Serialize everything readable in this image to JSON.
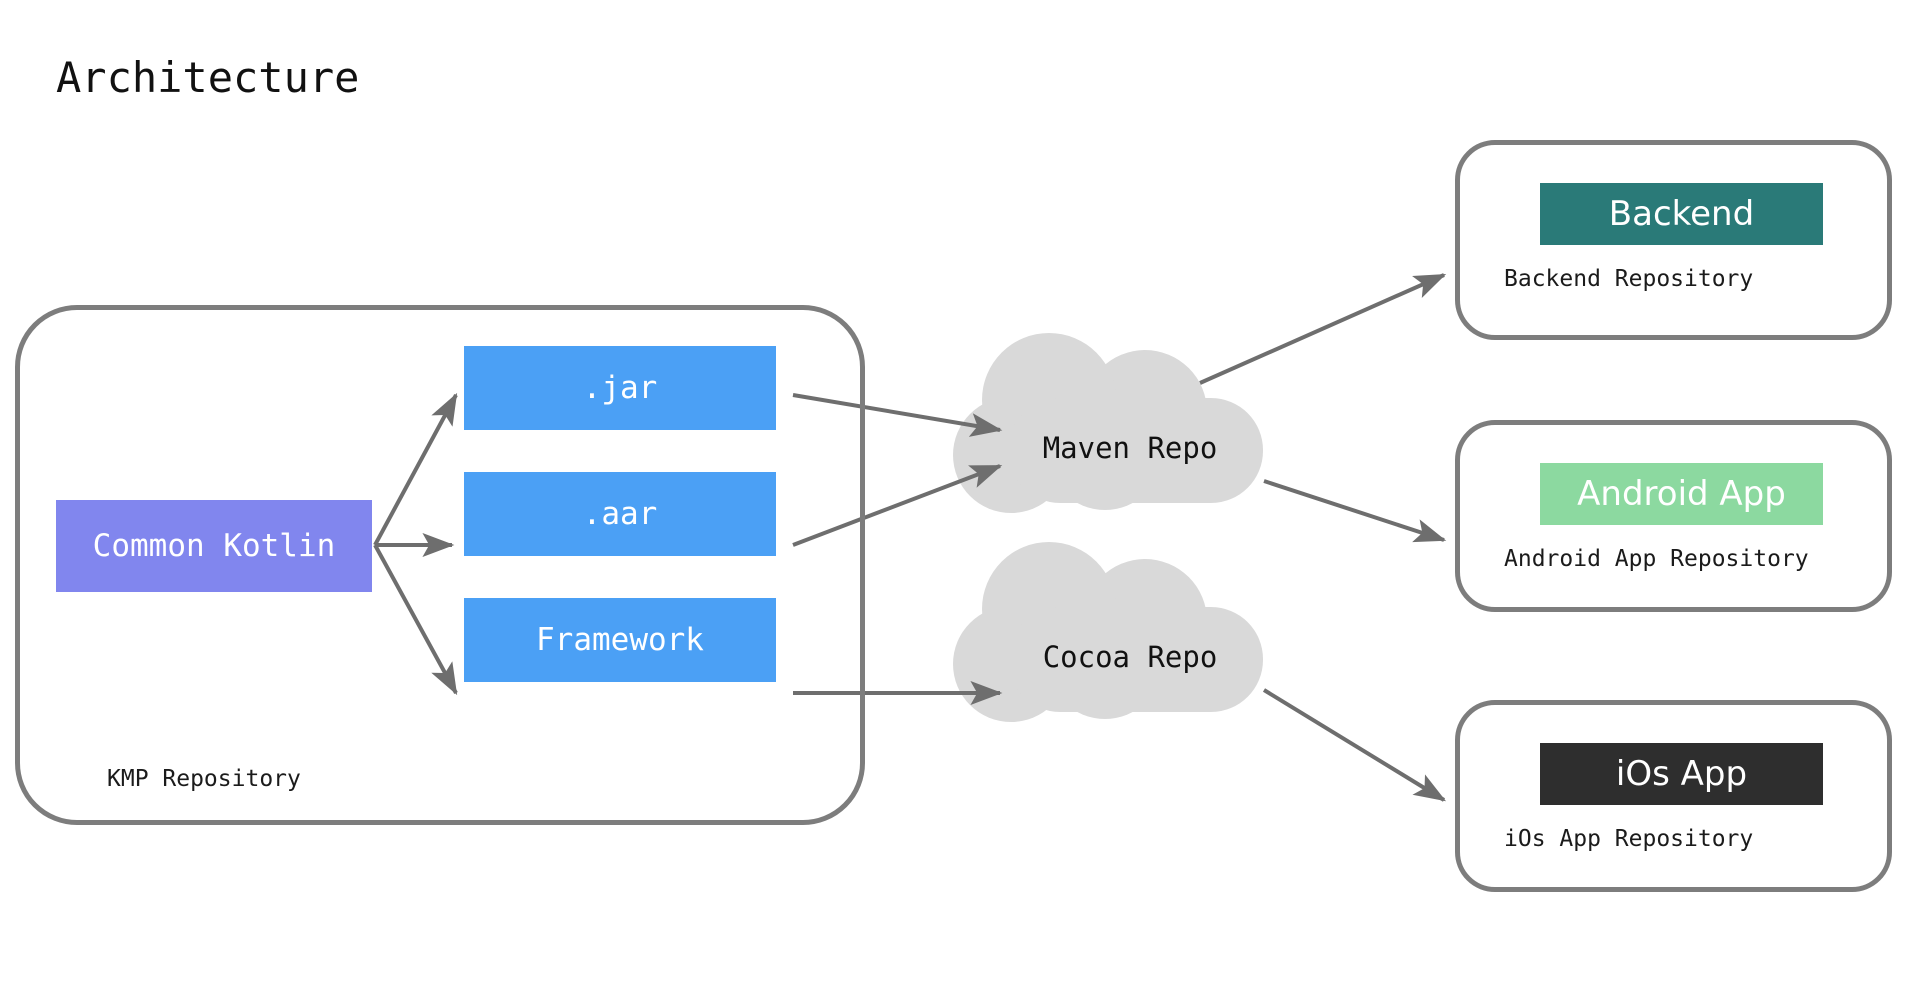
{
  "page": {
    "title": "Architecture",
    "background": "#ffffff"
  },
  "colors": {
    "stroke": "#7d7d7d",
    "arrow": "#6e6e6e",
    "cloud_fill": "#d9d9d9",
    "source_block": "#8186ee",
    "artifact_block": "#4ba0f5",
    "backend_chip": "#2a7a78",
    "android_chip": "#8cd9a0",
    "ios_chip": "#2e2e2e",
    "text_dark": "#111111",
    "text_light": "#ffffff"
  },
  "kmp_group": {
    "caption": "KMP Repository",
    "source": {
      "label": "Common Kotlin"
    },
    "artifacts": [
      {
        "label": ".jar"
      },
      {
        "label": ".aar"
      },
      {
        "label": "Framework"
      }
    ]
  },
  "clouds": [
    {
      "label": "Maven Repo"
    },
    {
      "label": "Cocoa Repo"
    }
  ],
  "repositories": [
    {
      "chip_label": "Backend",
      "chip_color": "#2a7a78",
      "caption": "Backend Repository"
    },
    {
      "chip_label": "Android App",
      "chip_color": "#8cd9a0",
      "caption": "Android App Repository"
    },
    {
      "chip_label": "iOs App",
      "chip_color": "#2e2e2e",
      "caption": "iOs App Repository"
    }
  ],
  "connections": [
    {
      "from": "Common Kotlin",
      "to": ".jar"
    },
    {
      "from": "Common Kotlin",
      "to": ".aar"
    },
    {
      "from": "Common Kotlin",
      "to": "Framework"
    },
    {
      "from": ".jar",
      "to": "Maven Repo"
    },
    {
      "from": ".aar",
      "to": "Maven Repo"
    },
    {
      "from": "Framework",
      "to": "Cocoa Repo"
    },
    {
      "from": "Maven Repo",
      "to": "Backend Repository"
    },
    {
      "from": "Maven Repo",
      "to": "Android App Repository"
    },
    {
      "from": "Cocoa Repo",
      "to": "iOs App Repository"
    }
  ]
}
